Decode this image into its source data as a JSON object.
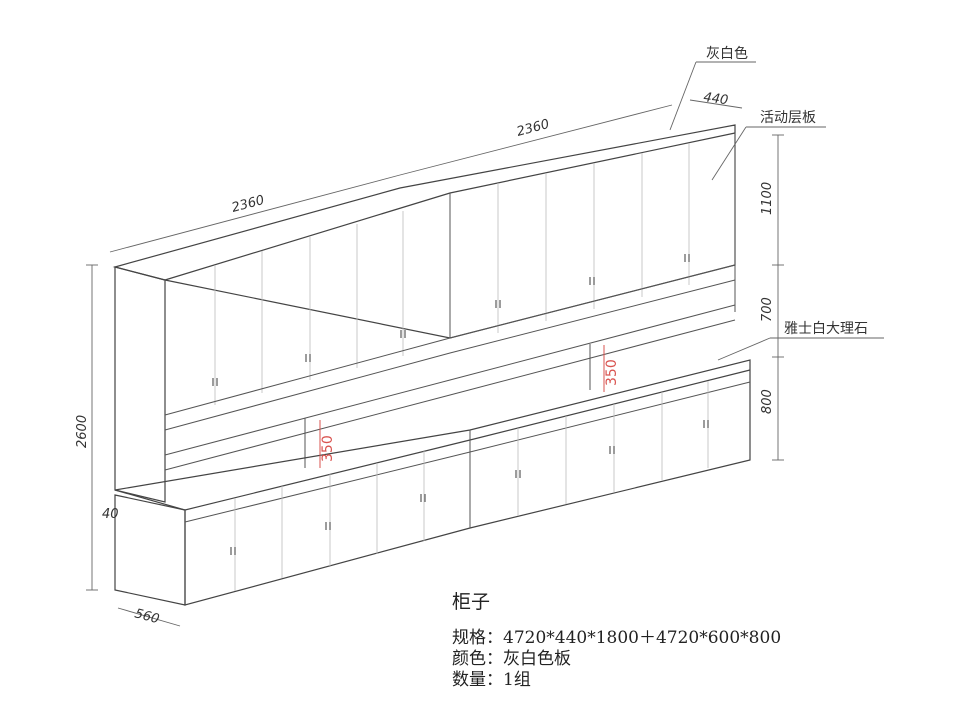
{
  "labels": {
    "dim_top_left": "2360",
    "dim_top_right": "2360",
    "dim_depth_top": "440",
    "dim_upper_height": "1100",
    "dim_mid_height": "700",
    "dim_lower_height": "800",
    "dim_total_height": "2600",
    "dim_plinth": "40",
    "dim_depth_bottom": "560",
    "dim_niche_left": "350",
    "dim_niche_right": "350",
    "callout_color": "灰白色",
    "callout_shelf": "活动层板",
    "callout_marble": "雅士白大理石"
  },
  "info": {
    "title": "柜子",
    "spec": "规格：4720*440*1800＋4720*600*800",
    "color": "颜色：灰白色板",
    "qty": "数量：1组"
  },
  "colors": {
    "line": "#555555",
    "accent_red": "#d9534f"
  }
}
